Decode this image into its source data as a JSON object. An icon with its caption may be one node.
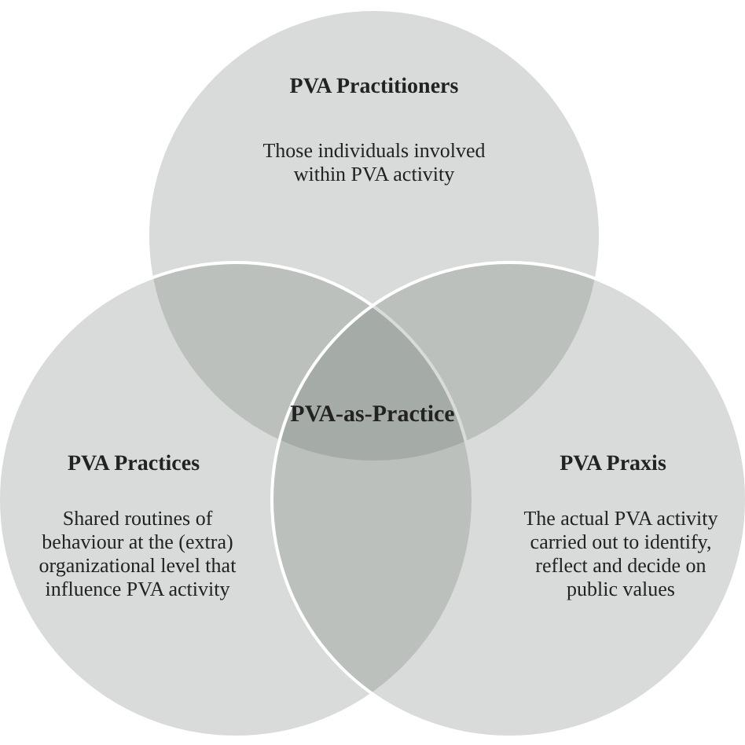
{
  "diagram": {
    "nodes": [
      {
        "text": [
          "PVA Practitioners",
          "Those individuals involved within PVA activity"
        ]
      },
      {
        "text": [
          "PVA Practices",
          "Shared routines of behaviour at the (extra) organizational level that influence PVA activity"
        ]
      },
      {
        "text": [
          "PVA Praxis",
          "The actual PVA activity carried out to identify, reflect and decide on public values"
        ]
      }
    ],
    "labels": [
      "PVA-as-Practice"
    ]
  }
}
